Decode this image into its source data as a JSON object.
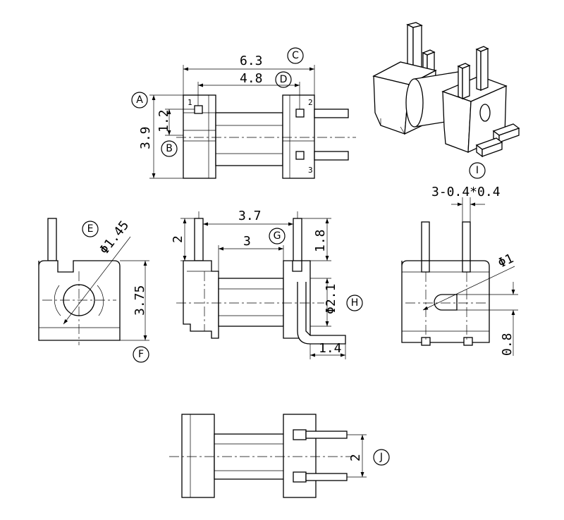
{
  "dimensions": {
    "width_total": "6.3",
    "pin_span": "4.8",
    "height_total": "3.9",
    "pin_offset": "1.2",
    "hole_dia": "Φ1.45",
    "body_height": "3.75",
    "pin_len_left": "2",
    "pin_pitch_long": "3.7",
    "core_len": "3",
    "pin_len_right": "1.8",
    "core_dia": "Φ2.1",
    "pin_bend": "1.4",
    "pin_section": "3-0.4*0.4",
    "small_hole_dia": "Φ1",
    "hole_offset": "0.8",
    "bottom_pitch": "2"
  },
  "callouts": [
    "A",
    "B",
    "C",
    "D",
    "E",
    "F",
    "G",
    "H",
    "I",
    "J"
  ],
  "pin_numbers": [
    "1",
    "2",
    "3"
  ]
}
